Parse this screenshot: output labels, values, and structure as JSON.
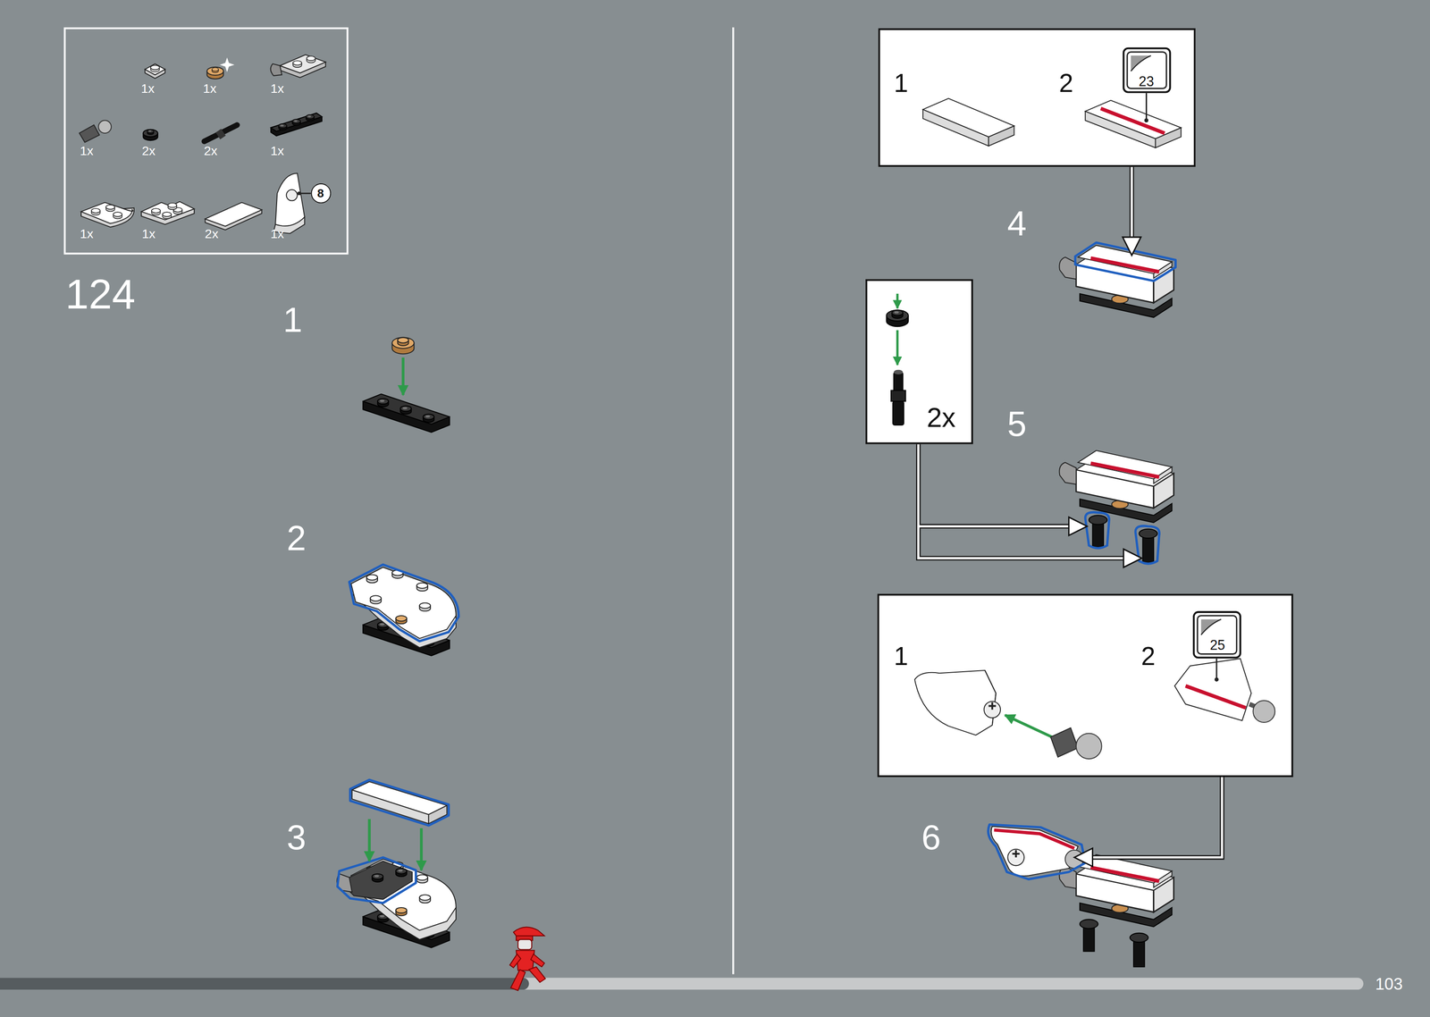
{
  "diagram": {
    "nodes": [
      {
        "text": [
          "1x",
          "1x",
          "1x",
          "1x",
          "2x",
          "2x",
          "1x",
          "1x",
          "1x",
          "2x",
          "1x"
        ]
      },
      {
        "text": [
          "8"
        ],
        "in": 0
      },
      {
        "text": [
          "1",
          "2"
        ]
      },
      {
        "text": [
          "23"
        ],
        "in": 2
      },
      {
        "text": [
          "2x"
        ]
      },
      {
        "text": [
          "1",
          "2"
        ]
      },
      {
        "text": [
          "25"
        ],
        "in": 5
      }
    ],
    "labels": [
      "124",
      "1",
      "2",
      "3",
      "4",
      "5",
      "6",
      "103"
    ]
  }
}
